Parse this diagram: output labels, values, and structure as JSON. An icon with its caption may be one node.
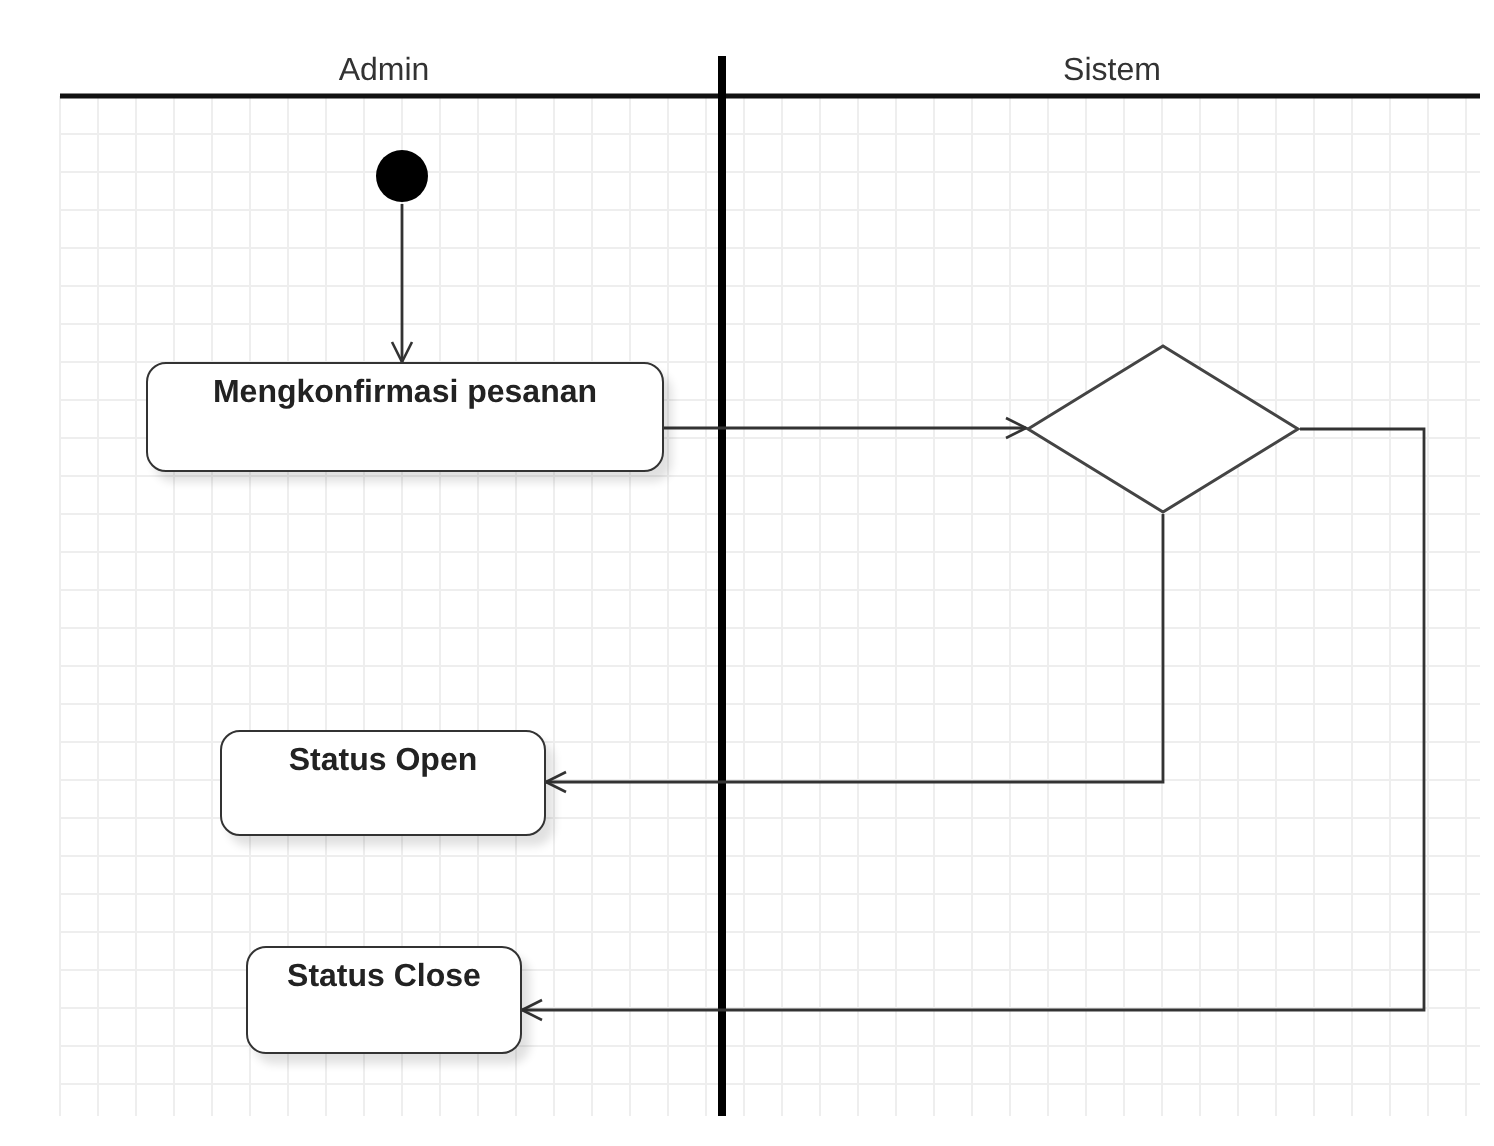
{
  "diagram": {
    "nodes": [
      {
        "text": [],
        "shape": "circle"
      },
      {
        "text": [
          "Mengkonfirmasi pesanan"
        ]
      },
      {
        "text": [],
        "shape": "diamond"
      },
      {
        "text": [
          "Status Open"
        ]
      },
      {
        "text": [
          "Status Close"
        ]
      }
    ],
    "edges": [
      {
        "from": 0,
        "to": 1,
        "arrow": "to"
      },
      {
        "from": 1,
        "to": 2,
        "arrow": "to"
      },
      {
        "from": 2,
        "to": 3,
        "arrow": "to"
      },
      {
        "from": 2,
        "to": 4,
        "arrow": "to"
      }
    ],
    "labels": [
      "Admin",
      "Sistem"
    ]
  }
}
